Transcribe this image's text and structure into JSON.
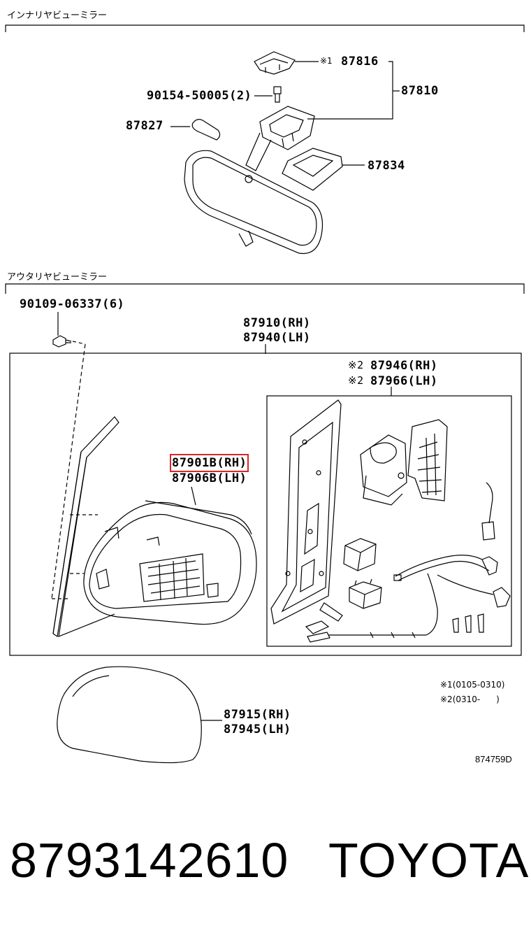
{
  "sections": {
    "inner": "インナリヤビューミラー",
    "outer": "アウタリヤビューミラー"
  },
  "inner_parts": {
    "p87816_mark": "※1",
    "p87816": "87816",
    "p87810": "87810",
    "p90154": "90154-50005(2)",
    "p87827": "87827",
    "p87834": "87834"
  },
  "outer_parts": {
    "p90109": "90109-06337(6)",
    "p87910": "87910(RH)",
    "p87940": "87940(LH)",
    "p87946_mark": "※2",
    "p87946": "87946(RH)",
    "p87966_mark": "※2",
    "p87966": "87966(LH)",
    "p87901": "87901B(RH)",
    "p87906": "87906B(LH)",
    "p87915": "87915(RH)",
    "p87945": "87945(LH)"
  },
  "notes": {
    "n1": "※1(0105-0310)",
    "n2": "※2(0310-      )"
  },
  "figure_code": "874759D",
  "footer": {
    "part_number": "8793142610",
    "brand": "TOYOTA"
  },
  "highlight_color": "#d9262c"
}
